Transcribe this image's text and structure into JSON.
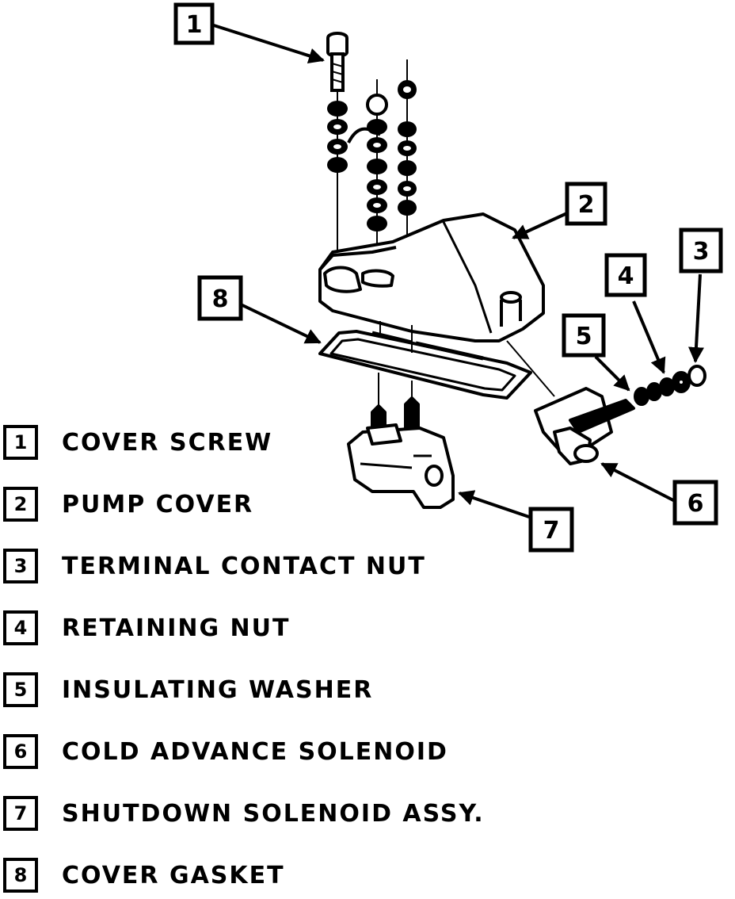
{
  "callouts": [
    {
      "number": "1"
    },
    {
      "number": "2"
    },
    {
      "number": "3"
    },
    {
      "number": "4"
    },
    {
      "number": "5"
    },
    {
      "number": "6"
    },
    {
      "number": "7"
    },
    {
      "number": "8"
    }
  ],
  "legend": [
    {
      "number": "1",
      "label": "COVER SCREW"
    },
    {
      "number": "2",
      "label": "PUMP COVER"
    },
    {
      "number": "3",
      "label": "TERMINAL CONTACT NUT"
    },
    {
      "number": "4",
      "label": "RETAINING NUT"
    },
    {
      "number": "5",
      "label": "INSULATING WASHER"
    },
    {
      "number": "6",
      "label": "COLD ADVANCE SOLENOID"
    },
    {
      "number": "7",
      "label": "SHUTDOWN SOLENOID ASSY."
    },
    {
      "number": "8",
      "label": "COVER GASKET"
    }
  ]
}
